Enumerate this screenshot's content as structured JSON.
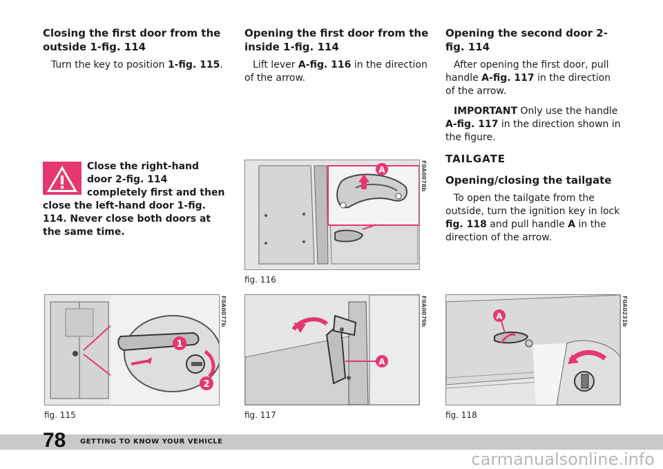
{
  "col1": {
    "heading": "Closing the first door from the outside 1-fig. 114",
    "text_pre": "Turn the key to position ",
    "text_bold": "1-fig. 115",
    "text_post": "."
  },
  "warning": {
    "text": "Close the right-hand door 2-fig. 114 completely first and then close the left-hand door 1-fig. 114. Never close both doors at the same time."
  },
  "col2": {
    "heading": "Opening the first door from the inside 1-fig. 114",
    "text_pre": "Lift lever ",
    "text_bold": "A-fig. 116",
    "text_post": " in the direction of the arrow."
  },
  "col3": {
    "heading": "Opening the second door 2-fig. 114",
    "p1_pre": "After opening the first door, pull handle ",
    "p1_bold": "A-fig. 117",
    "p1_post": " in the direction of the arrow.",
    "p2_label": "IMPORTANT",
    "p2_pre": " Only use the handle ",
    "p2_bold": "A-fig. 117",
    "p2_post": " in the direction shown in the figure.",
    "section_title": "TAILGATE",
    "subheading": "Opening/closing the tailgate",
    "p3_pre": "To open the tailgate from the outside, turn the ignition key in lock ",
    "p3_bold": "fig. 118",
    "p3_mid": " and pull handle ",
    "p3_bold2": "A",
    "p3_post": " in the direction of the arrow."
  },
  "figures": {
    "fig115": {
      "caption": "fig. 115",
      "code": "F0A0077b",
      "labels": [
        "1",
        "2"
      ]
    },
    "fig116": {
      "caption": "fig. 116",
      "code": "F0A0078b",
      "labels": [
        "A"
      ]
    },
    "fig117": {
      "caption": "fig. 117",
      "code": "F0A0079b",
      "labels": [
        "A"
      ]
    },
    "fig118": {
      "caption": "fig. 118",
      "code": "F0A0231b",
      "labels": [
        "A"
      ]
    }
  },
  "footer": {
    "page_number": "78",
    "section": "GETTING TO KNOW YOUR VEHICLE",
    "watermark": "carmanualsonline.info"
  },
  "colors": {
    "accent": "#e5386e",
    "footer_band": "#c9c9c9",
    "warning_icon": "#e5386e"
  }
}
